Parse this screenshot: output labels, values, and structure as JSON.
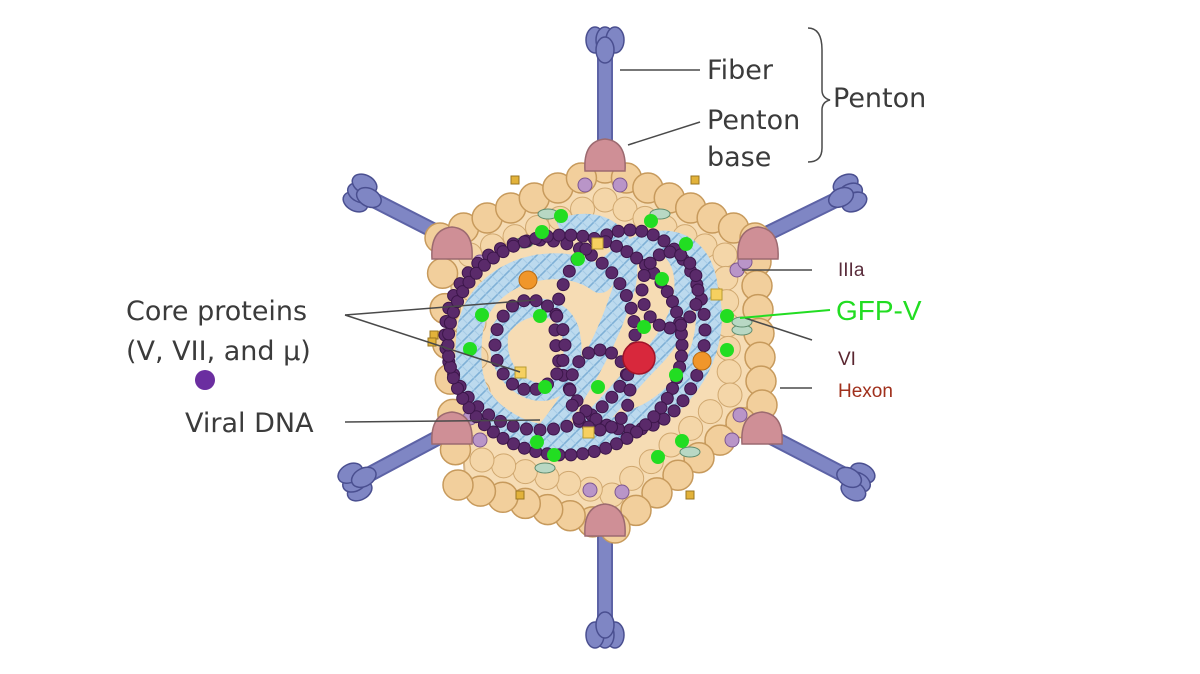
{
  "labels": {
    "fiber": "Fiber",
    "penton_base_line1": "Penton",
    "penton_base_line2": "base",
    "penton": "Penton",
    "core_proteins_line1": "Core proteins",
    "core_proteins_line2": "(V, VII, and μ)",
    "viral_dna": "Viral DNA",
    "iiia": "IIIa",
    "gfp_v": "GFP-V",
    "vi": "VI",
    "hexon": "Hexon"
  },
  "colors": {
    "label_dark": "#3b3b3b",
    "iiia": "#5a2d3c",
    "gfp_v": "#22dd22",
    "vi": "#5a2630",
    "hexon": "#a0301c",
    "capsid_fill": "#f6dcb4",
    "hexon_fill": "#f2cf9c",
    "fiber": "#7f86c4",
    "penton_base": "#cf8f96",
    "dna_bead": "#5a2a6a",
    "dna_helix": "#9fc8e4",
    "gfp_dot": "#22dd22",
    "core_red": "#d8283c",
    "core_orange": "#f0962a",
    "core_yellow": "#f6d060"
  }
}
